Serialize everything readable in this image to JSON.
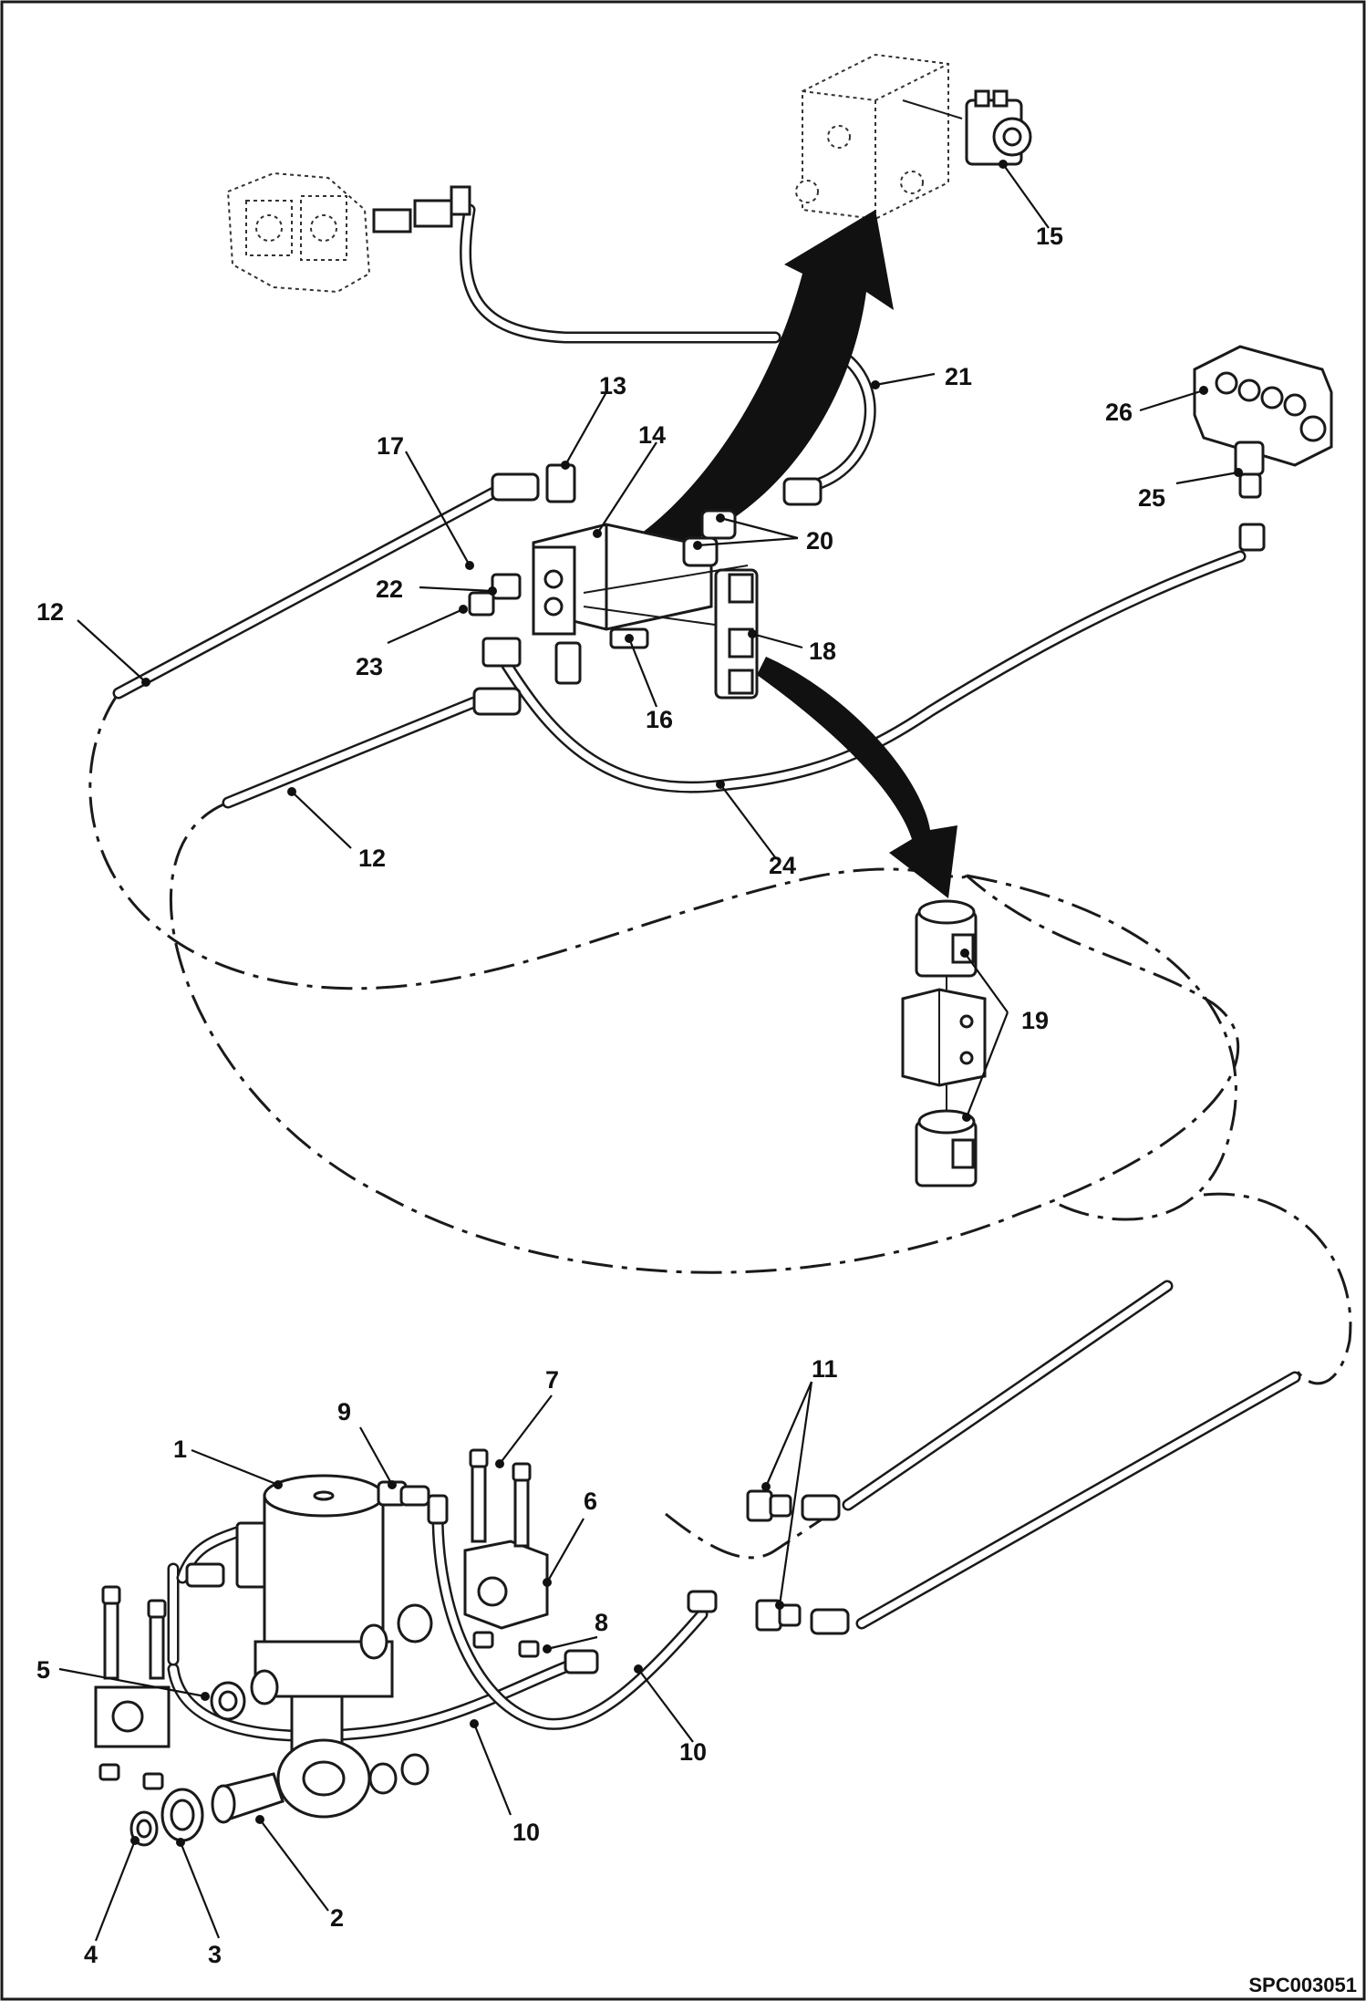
{
  "diagram": {
    "drawing_code": "SPC003051",
    "callouts": [
      {
        "id": "c1",
        "label": "1"
      },
      {
        "id": "c2",
        "label": "2"
      },
      {
        "id": "c3",
        "label": "3"
      },
      {
        "id": "c4",
        "label": "4"
      },
      {
        "id": "c5",
        "label": "5"
      },
      {
        "id": "c6",
        "label": "6"
      },
      {
        "id": "c7",
        "label": "7"
      },
      {
        "id": "c8",
        "label": "8"
      },
      {
        "id": "c9",
        "label": "9"
      },
      {
        "id": "c10a",
        "label": "10"
      },
      {
        "id": "c10b",
        "label": "10"
      },
      {
        "id": "c11",
        "label": "11"
      },
      {
        "id": "c12a",
        "label": "12"
      },
      {
        "id": "c12b",
        "label": "12"
      },
      {
        "id": "c13",
        "label": "13"
      },
      {
        "id": "c14",
        "label": "14"
      },
      {
        "id": "c15",
        "label": "15"
      },
      {
        "id": "c16",
        "label": "16"
      },
      {
        "id": "c17",
        "label": "17"
      },
      {
        "id": "c18",
        "label": "18"
      },
      {
        "id": "c19",
        "label": "19"
      },
      {
        "id": "c20",
        "label": "20"
      },
      {
        "id": "c21",
        "label": "21"
      },
      {
        "id": "c22",
        "label": "22"
      },
      {
        "id": "c23",
        "label": "23"
      },
      {
        "id": "c24",
        "label": "24"
      },
      {
        "id": "c25",
        "label": "25"
      },
      {
        "id": "c26",
        "label": "26"
      }
    ]
  }
}
